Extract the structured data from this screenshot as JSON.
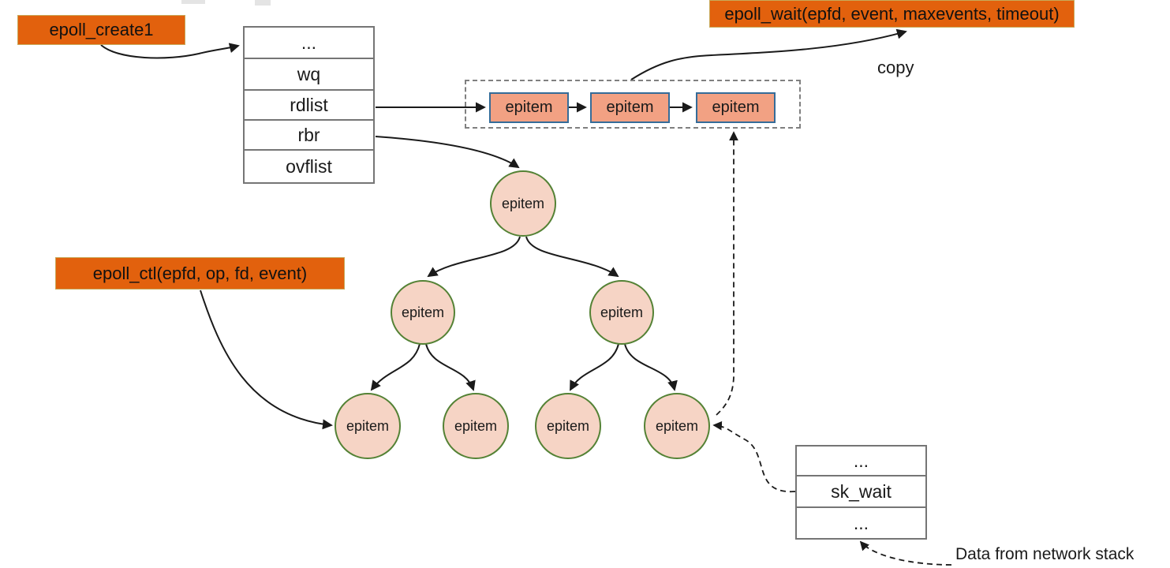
{
  "colors": {
    "accent-orange": "#E2610D",
    "epitem-fill": "#F2A183",
    "epitem-border": "#356C99",
    "node-fill": "#F6D4C5",
    "node-border": "#548235",
    "table-border": "#757575",
    "line": "#1A1A1A"
  },
  "syscalls": {
    "epoll_create": "epoll_create1",
    "epoll_ctl": "epoll_ctl(epfd, op, fd, event)",
    "epoll_wait": "epoll_wait(epfd, event, maxevents, timeout)"
  },
  "eventpoll_struct": {
    "rows": [
      "...",
      "wq",
      "rdlist",
      "rbr",
      "ovflist"
    ]
  },
  "ready_list": {
    "items": [
      {
        "label": "epitem"
      },
      {
        "label": "epitem"
      },
      {
        "label": "epitem"
      }
    ]
  },
  "rbtree": {
    "nodes": [
      {
        "id": "root",
        "label": "epitem"
      },
      {
        "id": "left",
        "label": "epitem"
      },
      {
        "id": "right",
        "label": "epitem"
      },
      {
        "id": "leaf1",
        "label": "epitem"
      },
      {
        "id": "leaf2",
        "label": "epitem"
      },
      {
        "id": "leaf3",
        "label": "epitem"
      },
      {
        "id": "leaf4",
        "label": "epitem"
      }
    ]
  },
  "socket_struct": {
    "rows": [
      "...",
      "sk_wait",
      "..."
    ]
  },
  "annotations": {
    "copy": "copy",
    "network": "Data from network stack"
  }
}
